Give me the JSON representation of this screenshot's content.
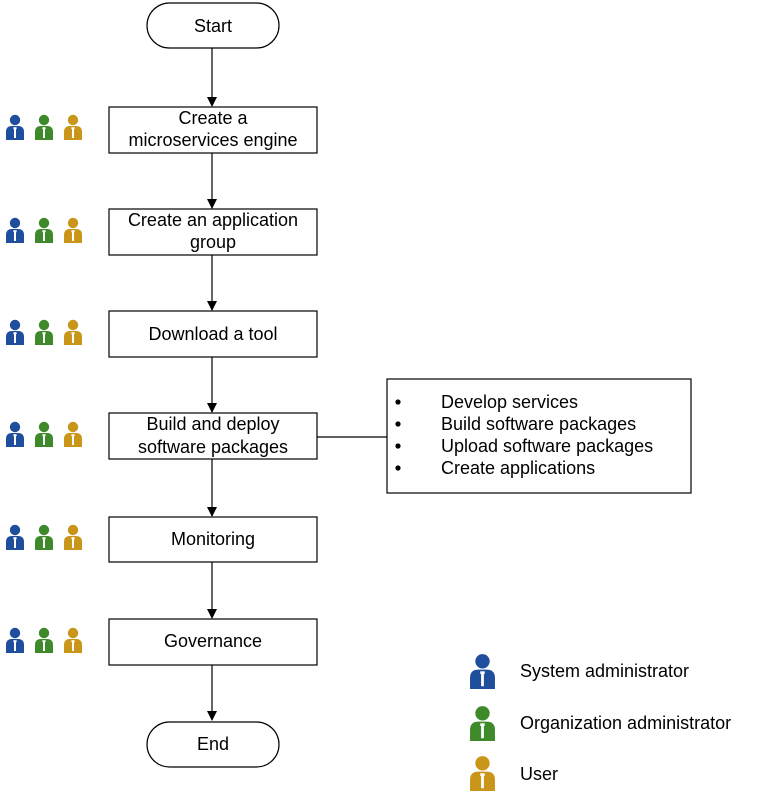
{
  "flow": {
    "start": "Start",
    "end": "End",
    "steps": [
      {
        "lines": [
          "Create a",
          "microservices engine"
        ]
      },
      {
        "lines": [
          "Create an application",
          "group"
        ]
      },
      {
        "lines": [
          "Download a tool"
        ]
      },
      {
        "lines": [
          "Build and deploy",
          "software packages"
        ]
      },
      {
        "lines": [
          "Monitoring"
        ]
      },
      {
        "lines": [
          "Governance"
        ]
      }
    ]
  },
  "side_note": {
    "items": [
      "Develop services",
      "Build software packages",
      "Upload software packages",
      "Create applications"
    ]
  },
  "legend": {
    "items": [
      {
        "label": "System administrator",
        "color": "#1f4e9c"
      },
      {
        "label": "Organization administrator",
        "color": "#3e8a2a"
      },
      {
        "label": "User",
        "color": "#c9961a"
      }
    ]
  }
}
